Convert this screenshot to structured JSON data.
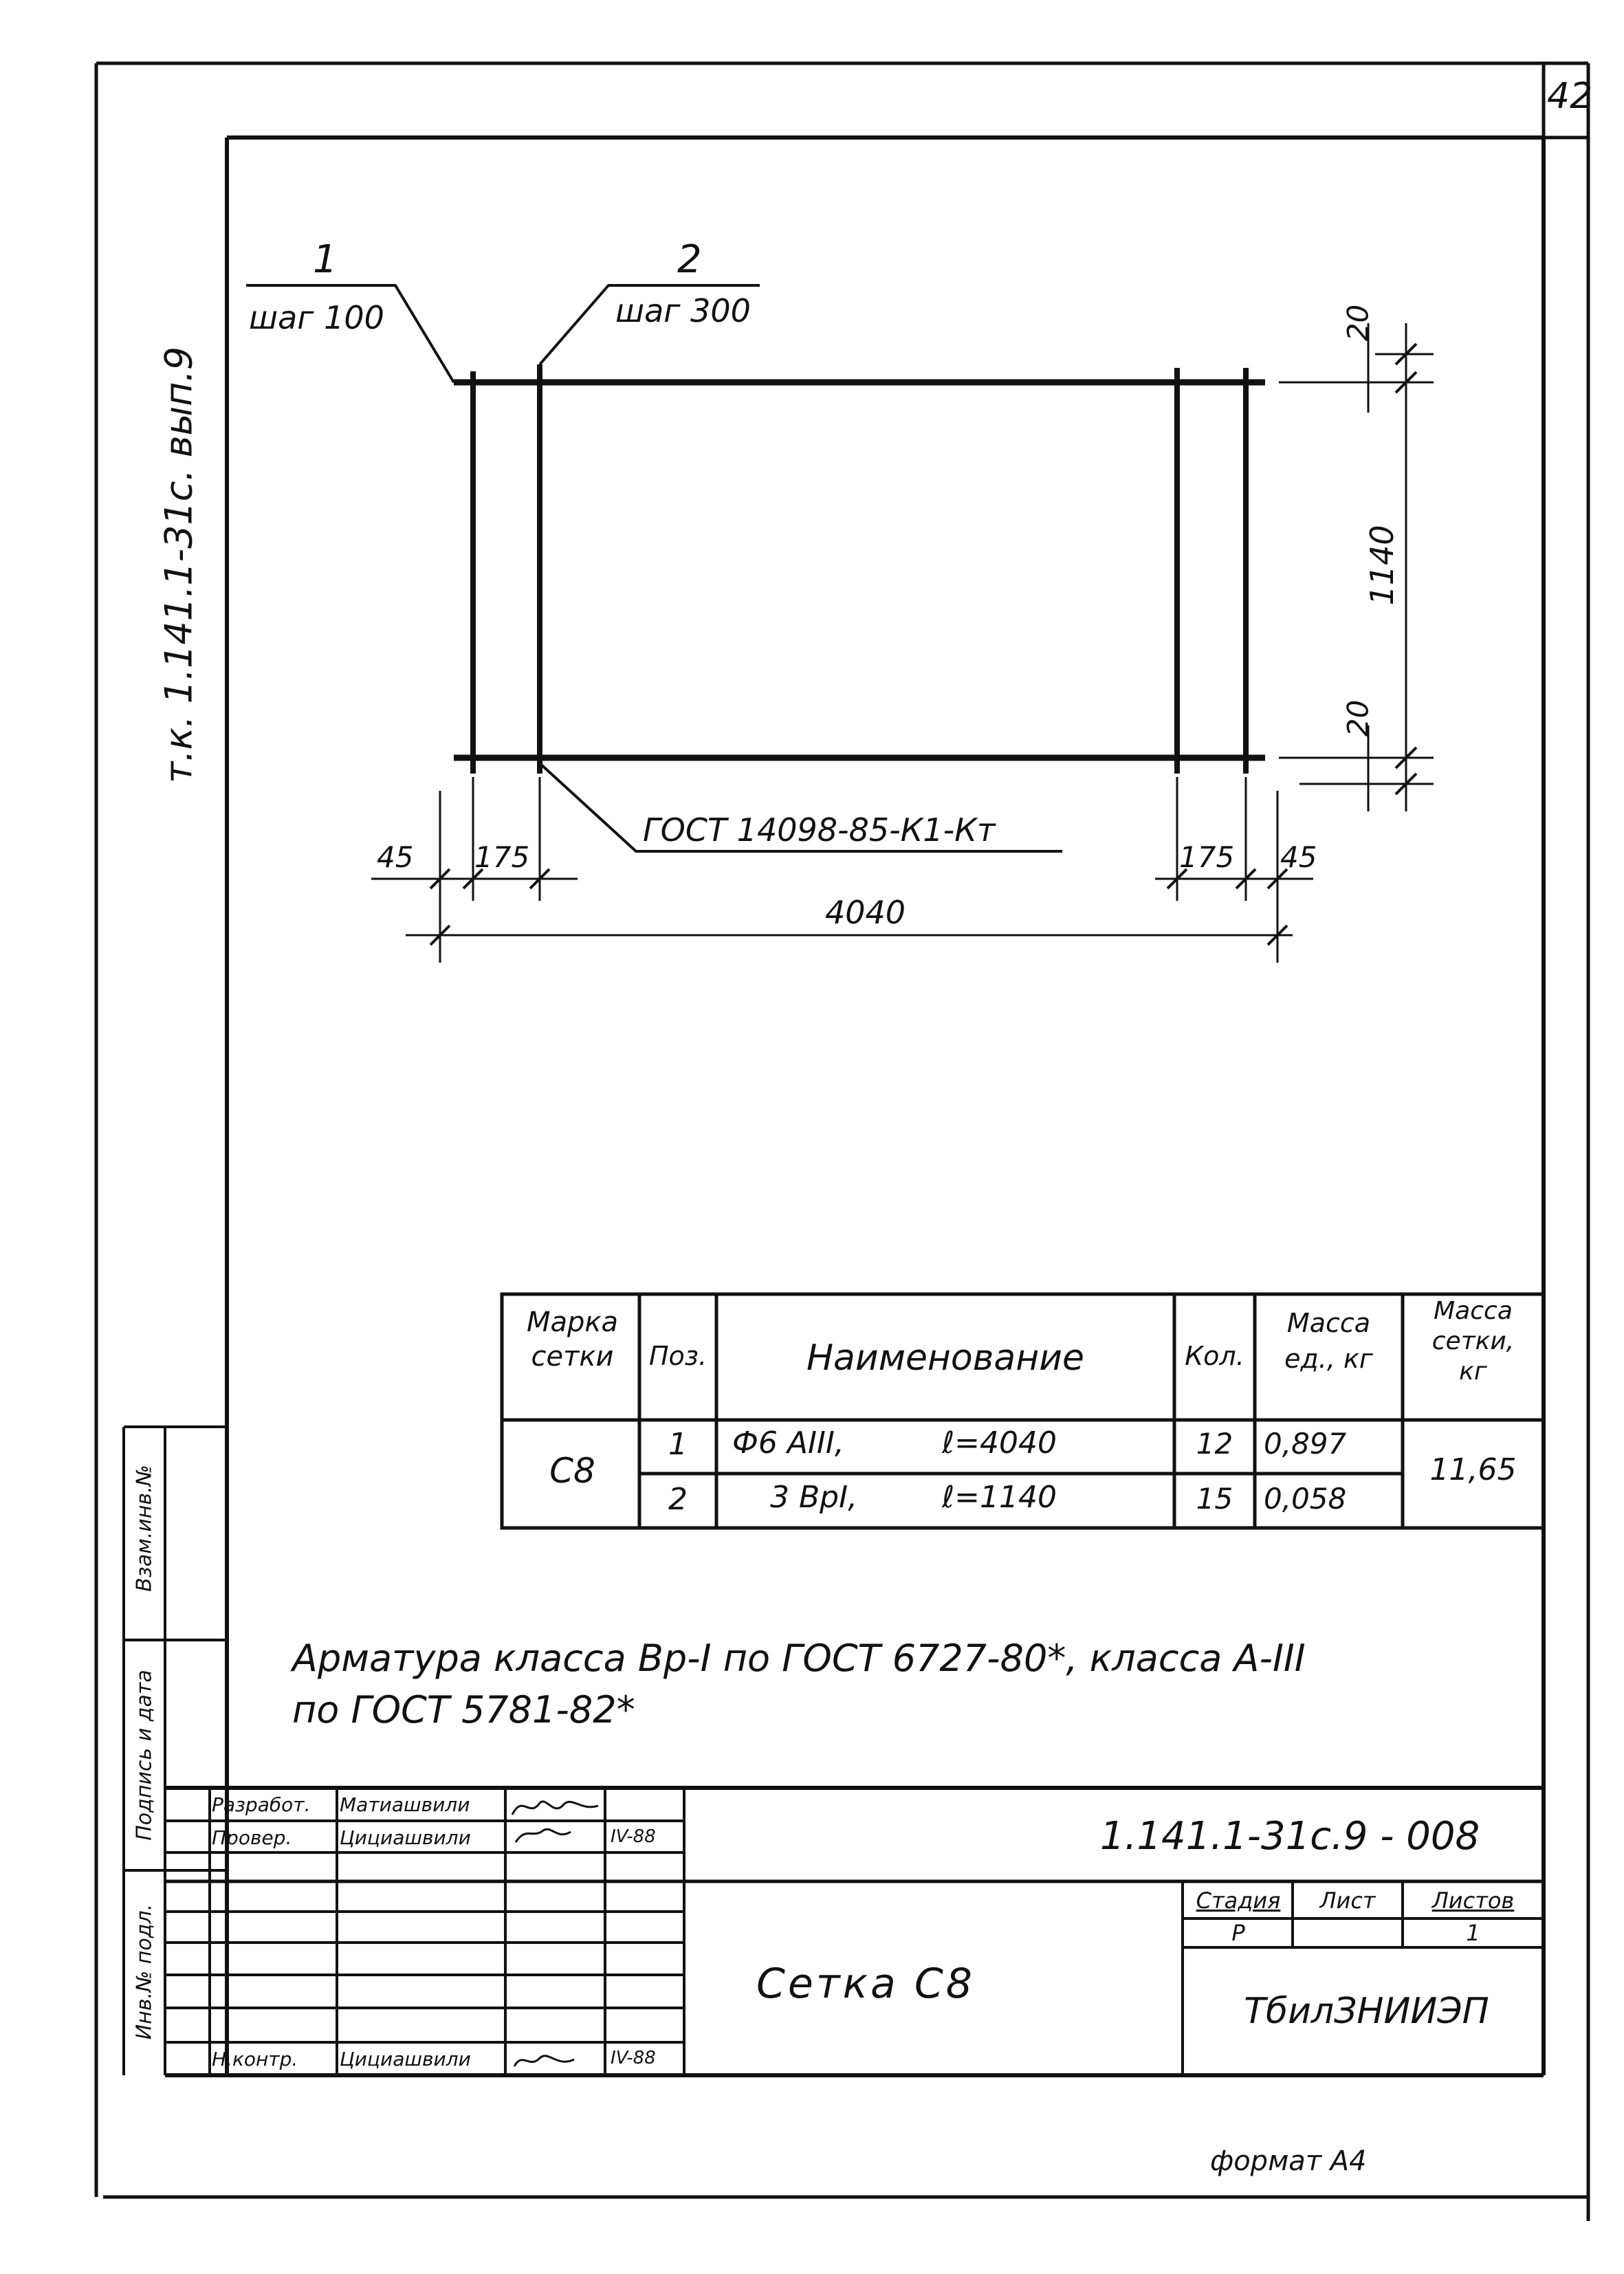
{
  "sheet_number": "42",
  "side_label": "т.к. 1.141.1-31с. вып.9",
  "side_stamp": {
    "inv_podl": "Инв.№ подл.",
    "podpis_data": "Подпись и дата",
    "vzam_inv": "Взам.инв.№"
  },
  "drawing": {
    "leader1_num": "1",
    "leader1_text": "шаг 100",
    "leader2_num": "2",
    "leader2_text": "шаг 300",
    "gost_text": "ГОСТ 14098-85-К1-Кт",
    "dim_top": "20",
    "dim_height": "1140",
    "dim_bottom": "20",
    "dim_left_45": "45",
    "dim_left_175": "175",
    "dim_right_175": "175",
    "dim_right_45": "45",
    "dim_total": "4040"
  },
  "spec_table": {
    "headers": [
      "Марка сетки",
      "Поз.",
      "Наименование",
      "Кол.",
      "Масса ед., кг",
      "Масса сетки, кг"
    ],
    "header_lines": {
      "marka": [
        "Марка",
        "сетки"
      ],
      "poz": "Поз.",
      "name": "Наименование",
      "kol": "Кол.",
      "massa_ed": [
        "Масса",
        "ед., кг"
      ],
      "massa_setki": [
        "Масса",
        "сетки,",
        "кг"
      ]
    },
    "mark": "С8",
    "rows": [
      {
        "pos": "1",
        "name": "Ф6 АIII,",
        "length": "ℓ=4040",
        "qty": "12",
        "unit_mass": "0,897"
      },
      {
        "pos": "2",
        "name": "3 ВрI,",
        "length": "ℓ=1140",
        "qty": "15",
        "unit_mass": "0,058"
      }
    ],
    "total_mass": "11,65"
  },
  "note": {
    "line1": "Арматура класса Вр-I по ГОСТ 6727-80*, класса А-III",
    "line2": "по ГОСТ 5781-82*"
  },
  "title_block": {
    "roles": {
      "razrab": "Разработ.",
      "prover": "Провер.",
      "n_kontr": "Н.контр."
    },
    "names": {
      "razrab": "Матиашвили",
      "prover": "Цициашвили",
      "n_kontr": "Цициашвили"
    },
    "dates": {
      "prover": "IV-88",
      "n_kontr": "IV-88"
    },
    "doc_code": "1.141.1-31с.9 - 008",
    "title": "Сетка С8",
    "stage_label": "Стадия",
    "sheet_label": "Лист",
    "sheets_label": "Листов",
    "stage_value": "Р",
    "sheet_value": "",
    "sheets_value": "1",
    "org": "ТбилЗНИИЭП"
  },
  "format_label": "формат А4"
}
